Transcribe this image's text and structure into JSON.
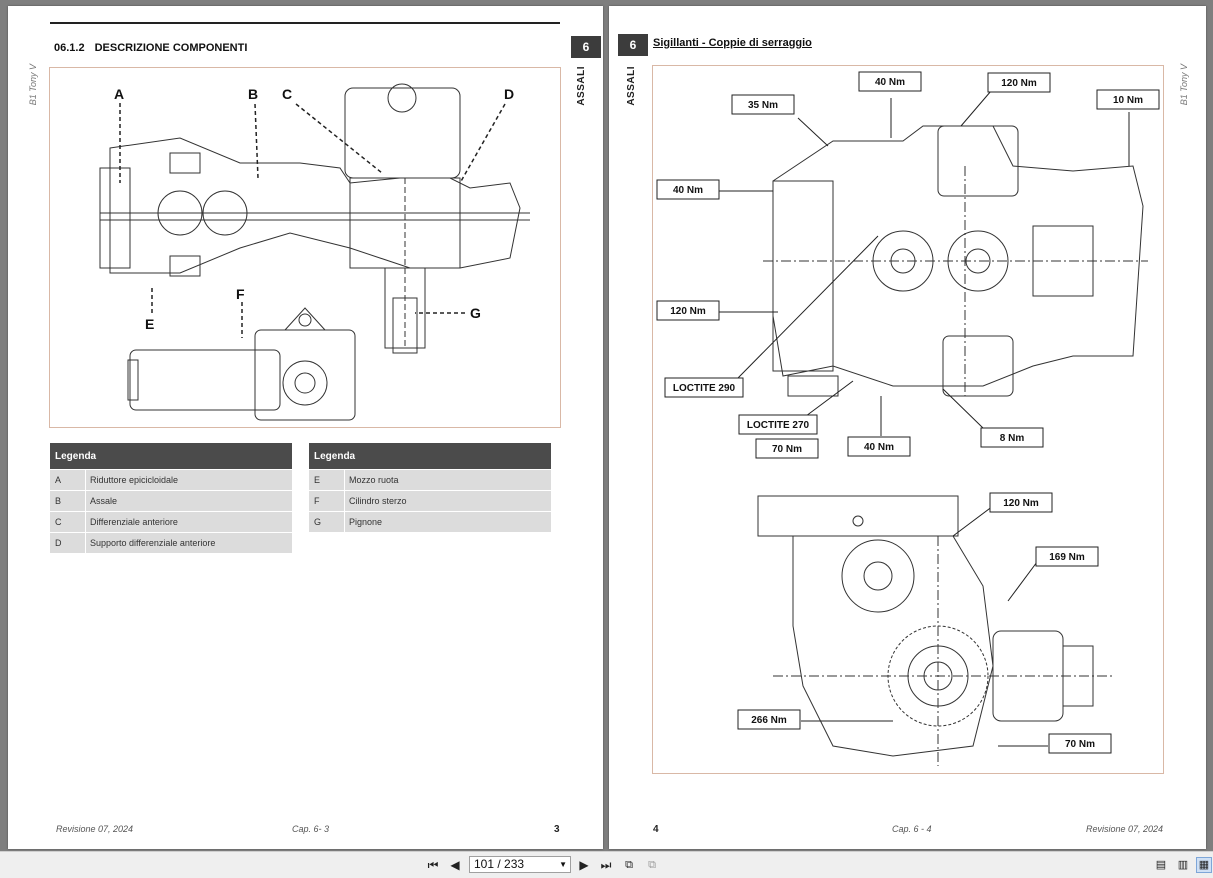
{
  "left_page": {
    "side_brand": "B1 Tony V",
    "chapter_number": "6",
    "chapter_label": "ASSALI",
    "section_number": "06.1.2",
    "section_title": "DESCRIZIONE COMPONENTI",
    "figure_labels": [
      "A",
      "B",
      "C",
      "D",
      "E",
      "F",
      "G"
    ],
    "legend_left": {
      "title": "Legenda",
      "rows": [
        {
          "key": "A",
          "value": "Riduttore epicicloidale"
        },
        {
          "key": "B",
          "value": "Assale"
        },
        {
          "key": "C",
          "value": "Differenziale anteriore"
        },
        {
          "key": "D",
          "value": "Supporto differenziale anteriore"
        }
      ]
    },
    "legend_right": {
      "title": "Legenda",
      "rows": [
        {
          "key": "E",
          "value": "Mozzo ruota"
        },
        {
          "key": "F",
          "value": "Cilindro sterzo"
        },
        {
          "key": "G",
          "value": "Pignone"
        }
      ]
    },
    "footer_revision": "Revisione 07, 2024",
    "footer_chapter": "Cap. 6- 3",
    "page_number": "3"
  },
  "right_page": {
    "side_brand": "B1 Tony V",
    "chapter_number": "6",
    "chapter_label": "ASSALI",
    "section_title": "Sigillanti - Coppie di serraggio",
    "torque_labels": {
      "t1": "40 Nm",
      "t2": "120 Nm",
      "t3": "35 Nm",
      "t4": "10 Nm",
      "t5": "40 Nm",
      "t6": "120 Nm",
      "t7": "LOCTITE 290",
      "t8": "LOCTITE 270",
      "t9": "70 Nm",
      "t10": "40 Nm",
      "t11": "8 Nm",
      "t12": "120 Nm",
      "t13": "169 Nm",
      "t14": "266 Nm",
      "t15": "70 Nm"
    },
    "footer_revision": "Revisione 07, 2024",
    "footer_chapter": "Cap. 6 - 4",
    "page_number": "4"
  },
  "toolbar": {
    "page_indicator": "101 / 233",
    "first_icon": "first-page-icon",
    "prev_icon": "previous-page-icon",
    "next_icon": "next-page-icon",
    "last_icon": "last-page-icon"
  }
}
